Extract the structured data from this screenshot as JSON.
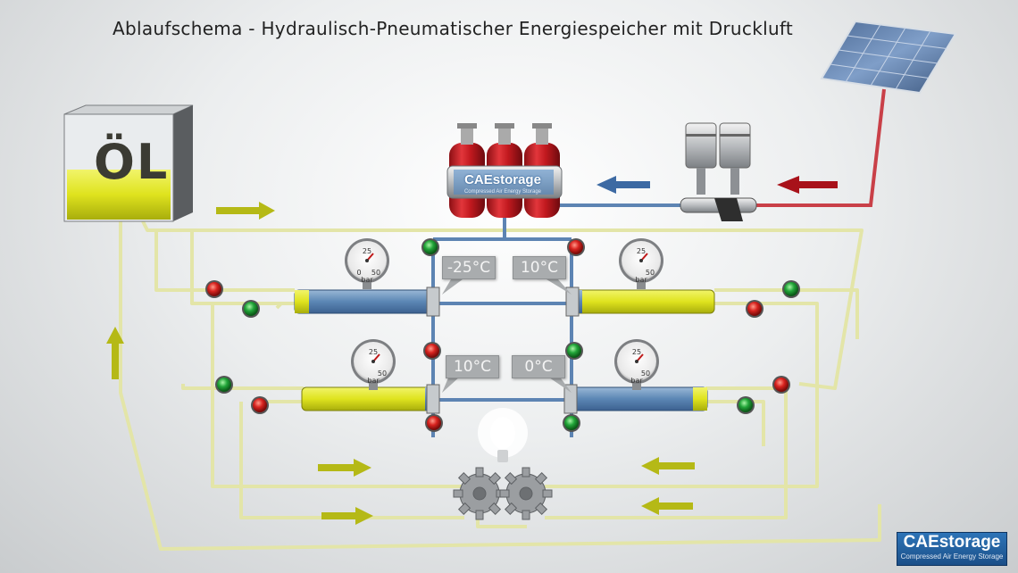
{
  "title": "Ablaufschema - Hydraulisch-Pneumatischer Energiespeicher mit Druckluft",
  "oil_tank": {
    "label": "ÖL"
  },
  "storage_label": {
    "brand": "CAEstorage",
    "tagline": "Compressed Air Energy Storage"
  },
  "logo": {
    "brand": "CAEstorage",
    "tagline": "Compressed Air Energy Storage"
  },
  "temperatures": [
    "-25°C",
    "10°C",
    "10°C",
    "0°C"
  ],
  "gauge": {
    "top": "25",
    "left": "0",
    "right": "50",
    "unit": "bar"
  },
  "colors": {
    "oil": "#d7dd22",
    "air_pipe": "#4f7cad",
    "power_line": "#c94048",
    "valve_red": "#d8231f",
    "valve_green": "#22a539"
  }
}
